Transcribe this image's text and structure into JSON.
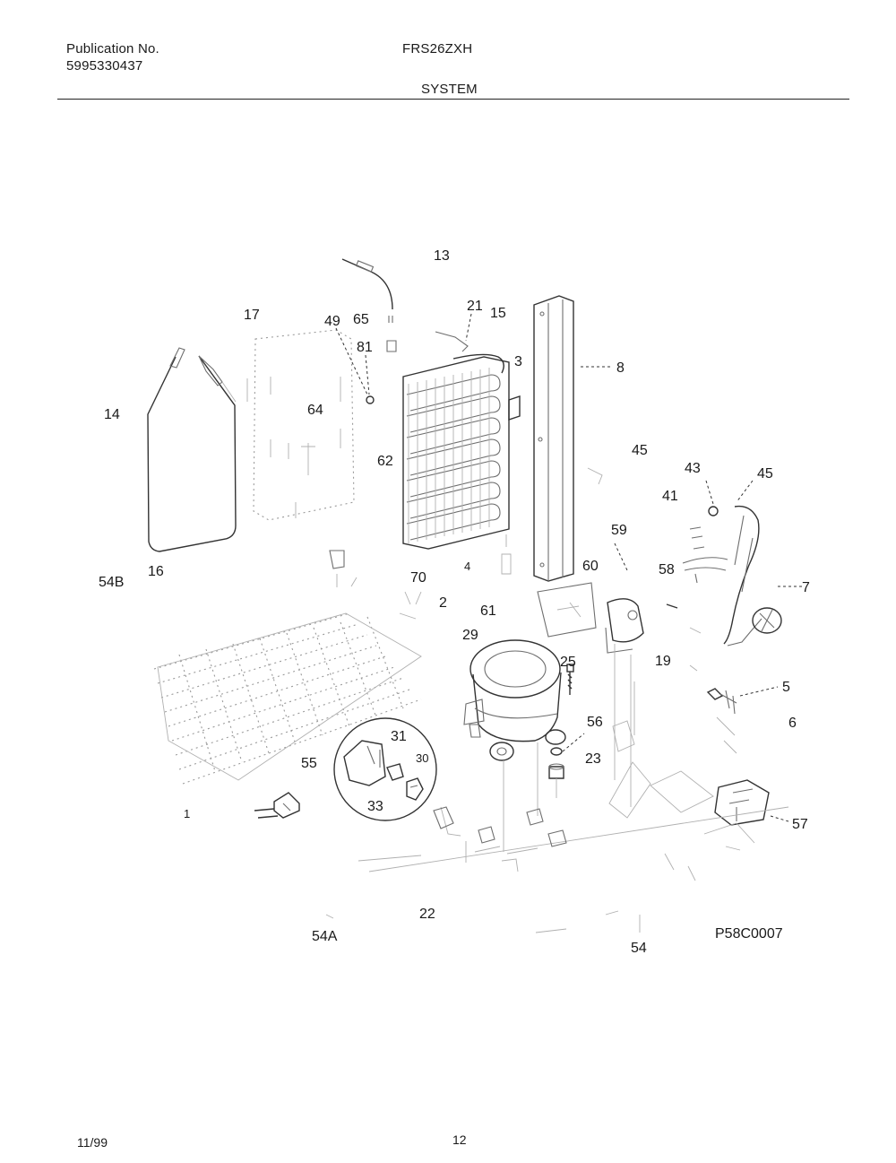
{
  "header": {
    "publication_label": "Publication No.",
    "publication_number": "5995330437",
    "model": "FRS26ZXH",
    "section": "SYSTEM"
  },
  "diagram": {
    "drawing_id": "P58C0007",
    "callouts": [
      {
        "id": "13",
        "label": "13"
      },
      {
        "id": "21",
        "label": "21"
      },
      {
        "id": "15",
        "label": "15"
      },
      {
        "id": "17",
        "label": "17"
      },
      {
        "id": "49",
        "label": "49"
      },
      {
        "id": "65",
        "label": "65"
      },
      {
        "id": "81",
        "label": "81"
      },
      {
        "id": "3",
        "label": "3"
      },
      {
        "id": "8",
        "label": "8"
      },
      {
        "id": "14",
        "label": "14"
      },
      {
        "id": "64",
        "label": "64"
      },
      {
        "id": "45a",
        "label": "45"
      },
      {
        "id": "62",
        "label": "62"
      },
      {
        "id": "43",
        "label": "43"
      },
      {
        "id": "45b",
        "label": "45"
      },
      {
        "id": "41",
        "label": "41"
      },
      {
        "id": "59",
        "label": "59"
      },
      {
        "id": "4",
        "label": "4"
      },
      {
        "id": "60",
        "label": "60"
      },
      {
        "id": "58",
        "label": "58"
      },
      {
        "id": "7",
        "label": "7"
      },
      {
        "id": "54B",
        "label": "54B"
      },
      {
        "id": "16",
        "label": "16"
      },
      {
        "id": "70",
        "label": "70"
      },
      {
        "id": "2",
        "label": "2"
      },
      {
        "id": "61",
        "label": "61"
      },
      {
        "id": "29",
        "label": "29"
      },
      {
        "id": "25",
        "label": "25"
      },
      {
        "id": "19",
        "label": "19"
      },
      {
        "id": "5",
        "label": "5"
      },
      {
        "id": "6",
        "label": "6"
      },
      {
        "id": "56",
        "label": "56"
      },
      {
        "id": "31",
        "label": "31"
      },
      {
        "id": "30",
        "label": "30"
      },
      {
        "id": "55",
        "label": "55"
      },
      {
        "id": "23",
        "label": "23"
      },
      {
        "id": "33",
        "label": "33"
      },
      {
        "id": "1",
        "label": "1"
      },
      {
        "id": "57",
        "label": "57"
      },
      {
        "id": "22",
        "label": "22"
      },
      {
        "id": "54A",
        "label": "54A"
      },
      {
        "id": "54",
        "label": "54"
      }
    ]
  },
  "footer": {
    "date": "11/99",
    "page": "12"
  }
}
